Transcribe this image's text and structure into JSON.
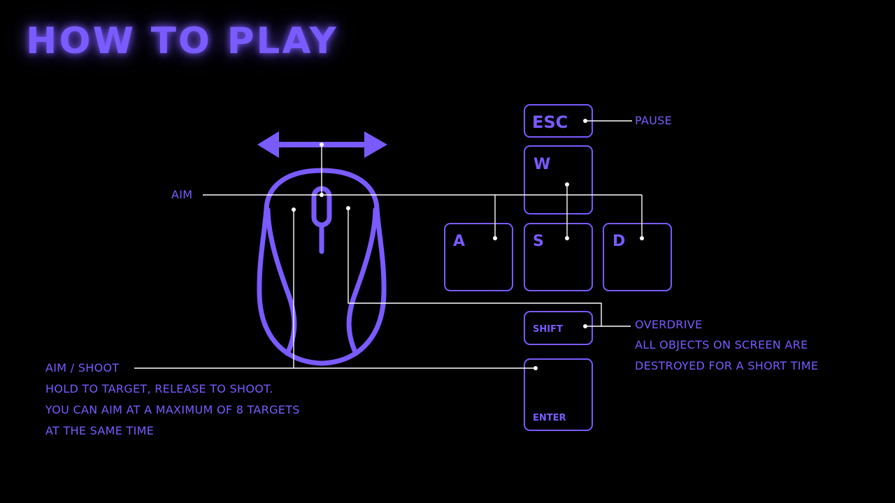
{
  "title": "HOW TO PLAY",
  "keys": {
    "esc": "ESC",
    "w": "W",
    "a": "A",
    "s": "S",
    "d": "D",
    "shift": "SHIFT",
    "enter": "ENTER"
  },
  "labels": {
    "pause": "PAUSE",
    "aim": "AIM",
    "aim_shoot": "AIM / SHOOT",
    "aim_shoot_desc_1": "HOLD TO TARGET, RELEASE TO SHOOT.",
    "aim_shoot_desc_2": "YOU CAN AIM AT A MAXIMUM OF 8 TARGETS",
    "aim_shoot_desc_3": "AT THE SAME TIME",
    "overdrive": "OVERDRIVE",
    "overdrive_desc_1": "ALL OBJECTS ON SCREEN ARE",
    "overdrive_desc_2": "DESTROYED FOR A SHORT TIME"
  },
  "colors": {
    "background": "#000000",
    "accent": "#7a5bff",
    "line": "#ffffff"
  },
  "icons": {
    "mouse": "mouse-icon",
    "arrow": "horizontal-double-arrow-icon"
  }
}
